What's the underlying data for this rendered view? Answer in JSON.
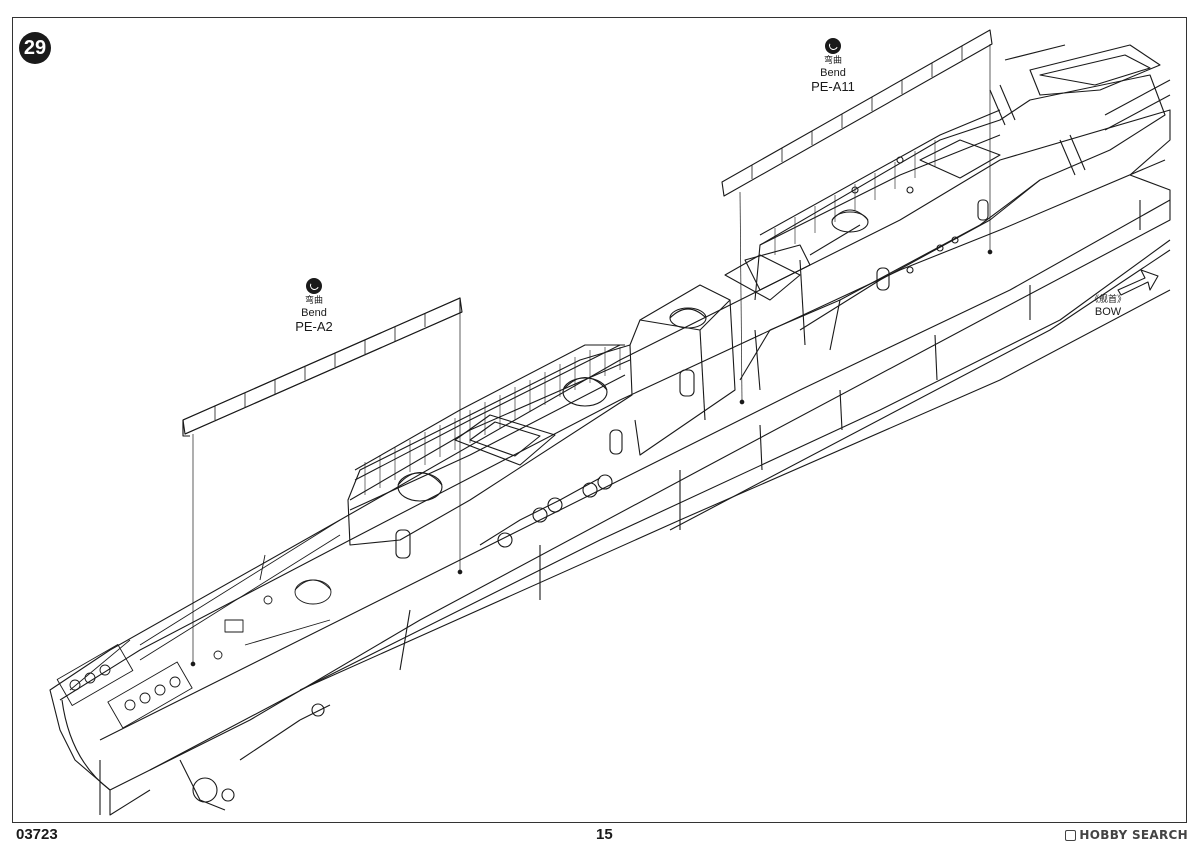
{
  "step": {
    "number": "29"
  },
  "callouts": [
    {
      "symbol": "bend-icon",
      "label_cn": "弯曲",
      "label_en": "Bend",
      "part": "PE-A2"
    },
    {
      "symbol": "bend-icon",
      "label_cn": "弯曲",
      "label_en": "Bend",
      "part": "PE-A11"
    }
  ],
  "direction": {
    "label_cn": "《舰首》",
    "label_en": "BOW",
    "icon": "arrow-icon"
  },
  "footer": {
    "kit_number": "03723",
    "page_number": "15",
    "watermark": "HOBBY SEARCH"
  },
  "colors": {
    "line": "#1a1a1a",
    "background": "#ffffff"
  }
}
